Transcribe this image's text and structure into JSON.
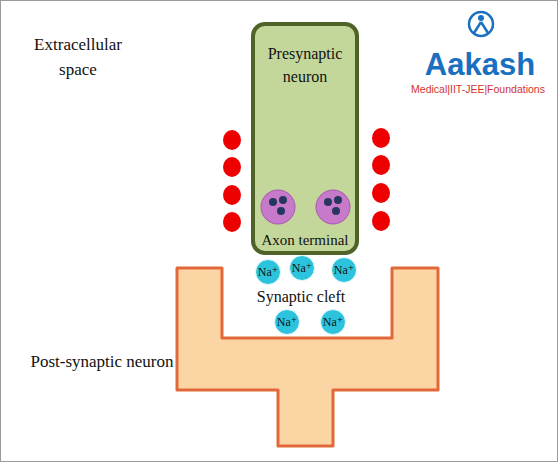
{
  "diagram": {
    "nodes": [
      {
        "text": [
          "Presynaptic neuron",
          "Axon terminal"
        ]
      },
      {
        "text": [
          "Na⁺"
        ]
      },
      {
        "text": [
          "Na⁺"
        ]
      },
      {
        "text": [
          "Na⁺"
        ]
      },
      {
        "text": [
          "Na⁺"
        ]
      },
      {
        "text": [
          "Na⁺"
        ]
      }
    ],
    "labels": [
      "Extracellular space",
      "Synaptic cleft",
      "Post-synaptic neuron",
      "Aakash",
      "Medical|IIT-JEE|Foundations"
    ]
  }
}
